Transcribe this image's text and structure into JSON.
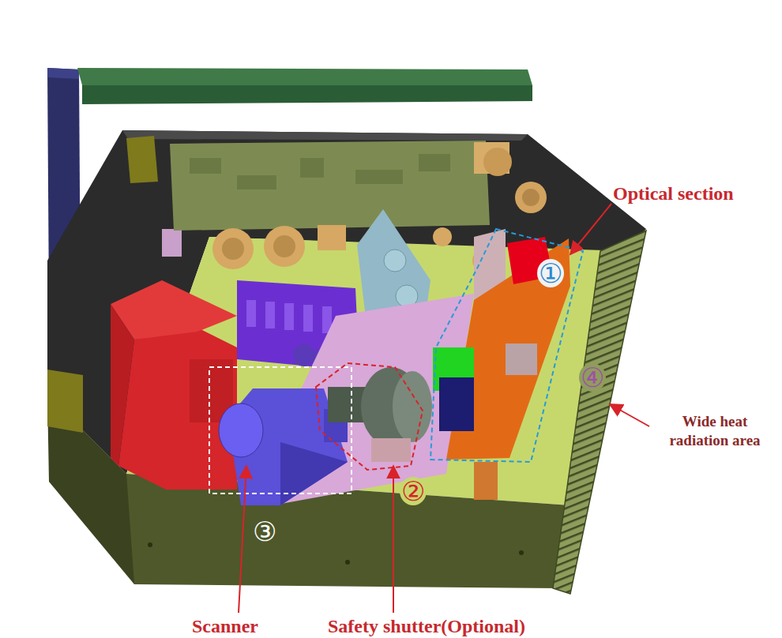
{
  "diagram": {
    "labels": [
      "Optical section",
      "①",
      "④",
      "Wide heat radiation area",
      "②",
      "③",
      "Scanner",
      "Safety shutter(Optional)"
    ]
  }
}
